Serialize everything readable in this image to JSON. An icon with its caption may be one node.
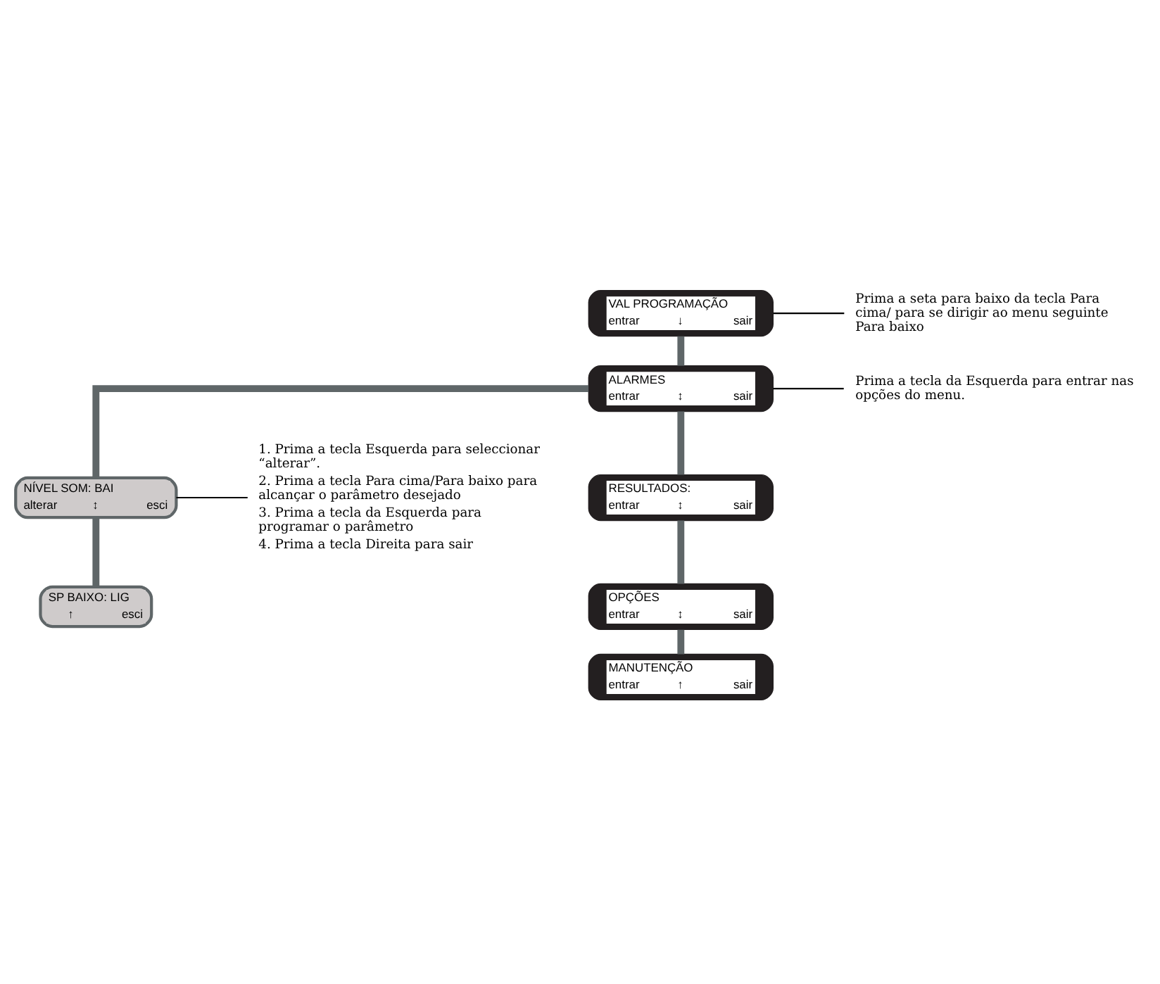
{
  "diagram": {
    "nodes": [
      {
        "text": [
          "VAL PROGRAMAÇÃO",
          "entrar",
          "↓",
          "sair"
        ]
      },
      {
        "text": [
          "Prima a seta para baixo da tecla Para cima/ para se dirigir ao menu seguinte Para baixo"
        ]
      },
      {
        "text": [
          "ALARMES",
          "entrar",
          "↕",
          "sair"
        ]
      },
      {
        "text": [
          "Prima a tecla da Esquerda para entrar nas opções do menu."
        ]
      },
      {
        "text": [
          "NÍVEL SOM: BAI",
          "alterar",
          "↕",
          "esci"
        ]
      },
      {
        "text": [
          "1. Prima a tecla Esquerda para seleccionar “alterar”.",
          "2. Prima a tecla Para cima/Para baixo para alcançar o parâmetro desejado",
          "3. Prima a tecla da Esquerda para programar o parâmetro",
          "4. Prima a tecla Direita para sair"
        ]
      },
      {
        "text": [
          "SP BAIXO: LIG",
          "↑",
          "esci"
        ]
      },
      {
        "text": [
          "RESULTADOS:",
          "entrar",
          "↕",
          "sair"
        ]
      },
      {
        "text": [
          "OPÇÕES",
          "entrar",
          "↕",
          "sair"
        ]
      },
      {
        "text": [
          "MANUTENÇÃO",
          "entrar",
          "↑",
          "sair"
        ]
      }
    ],
    "edges": [
      {
        "from": 0,
        "to": 1,
        "arrow": "none",
        "color": "#000000"
      },
      {
        "from": 0,
        "to": 2,
        "arrow": "none"
      },
      {
        "from": 2,
        "to": 3,
        "arrow": "none",
        "color": "#000000"
      },
      {
        "from": 2,
        "to": 4,
        "arrow": "none"
      },
      {
        "from": 4,
        "to": 5,
        "arrow": "none",
        "color": "#000000"
      },
      {
        "from": 4,
        "to": 6,
        "arrow": "none"
      },
      {
        "from": 2,
        "to": 7,
        "arrow": "none"
      },
      {
        "from": 7,
        "to": 8,
        "arrow": "none"
      },
      {
        "from": 8,
        "to": 9,
        "arrow": "none"
      }
    ]
  }
}
